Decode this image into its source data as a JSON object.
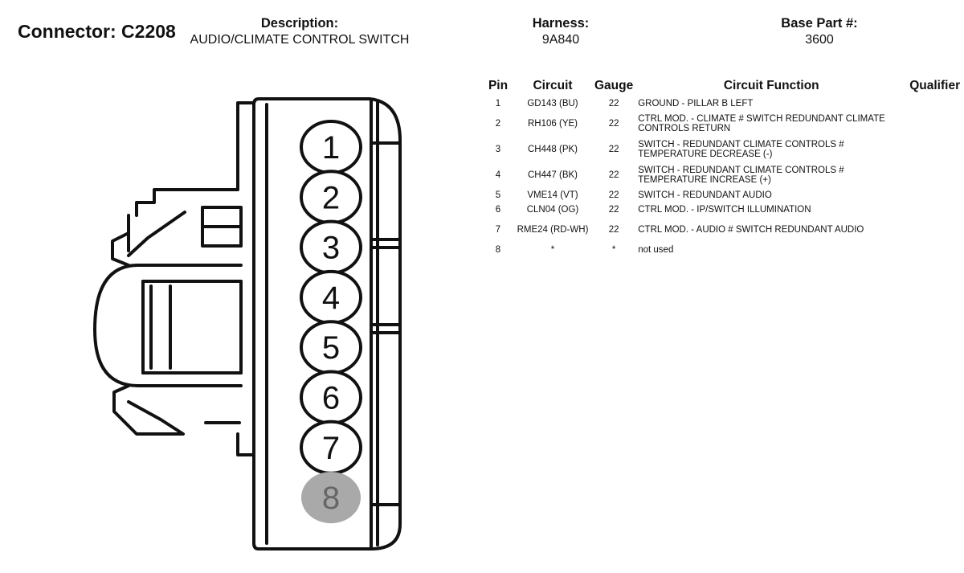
{
  "header": {
    "connector_label": "Connector: C2208",
    "description_label": "Description:",
    "description_value": "AUDIO/CLIMATE CONTROL SWITCH",
    "harness_label": "Harness:",
    "harness_value": "9A840",
    "base_part_label": "Base Part #:",
    "base_part_value": "3600"
  },
  "table": {
    "columns": [
      "Pin",
      "Circuit",
      "Gauge",
      "Circuit Function",
      "Qualifier"
    ],
    "rows": [
      {
        "pin": "1",
        "circuit": "GD143 (BU)",
        "gauge": "22",
        "function": "GROUND - PILLAR B LEFT",
        "qualifier": ""
      },
      {
        "pin": "2",
        "circuit": "RH106 (YE)",
        "gauge": "22",
        "function": "CTRL MOD. - CLIMATE # SWITCH REDUNDANT CLIMATE CONTROLS RETURN",
        "qualifier": ""
      },
      {
        "pin": "3",
        "circuit": "CH448 (PK)",
        "gauge": "22",
        "function": "SWITCH - REDUNDANT CLIMATE CONTROLS # TEMPERATURE DECREASE (-)",
        "qualifier": ""
      },
      {
        "pin": "4",
        "circuit": "CH447 (BK)",
        "gauge": "22",
        "function": "SWITCH - REDUNDANT CLIMATE CONTROLS # TEMPERATURE INCREASE (+)",
        "qualifier": ""
      },
      {
        "pin": "5",
        "circuit": "VME14 (VT)",
        "gauge": "22",
        "function": "SWITCH - REDUNDANT AUDIO",
        "qualifier": ""
      },
      {
        "pin": "6",
        "circuit": "CLN04 (OG)",
        "gauge": "22",
        "function": "CTRL MOD. - IP/SWITCH ILLUMINATION",
        "qualifier": ""
      },
      {
        "pin": "7",
        "circuit": "RME24 (RD-WH)",
        "gauge": "22",
        "function": "CTRL MOD. - AUDIO # SWITCH REDUNDANT AUDIO",
        "qualifier": ""
      },
      {
        "pin": "8",
        "circuit": "*",
        "gauge": "*",
        "function": "not used",
        "qualifier": ""
      }
    ]
  },
  "diagram": {
    "pins": [
      "1",
      "2",
      "3",
      "4",
      "5",
      "6",
      "7",
      "8"
    ],
    "unused_pins": [
      "8"
    ],
    "unused_color": "#a9a9a9"
  }
}
